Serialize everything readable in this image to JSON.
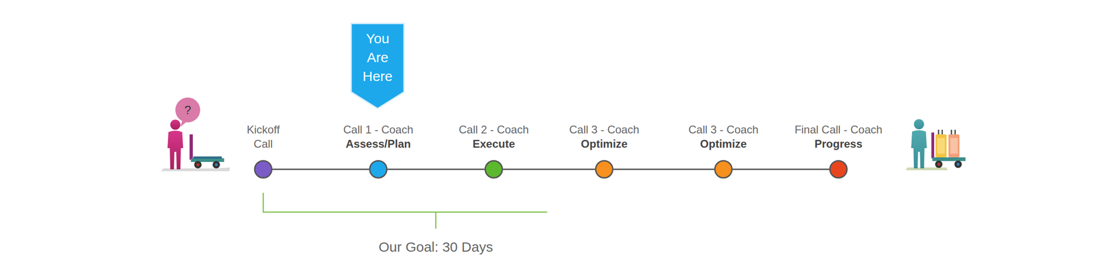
{
  "diagram": {
    "nodes": [
      {
        "text": [
          "You Are Here"
        ]
      },
      {
        "text": [
          "Kickoff Call"
        ]
      },
      {
        "text": [
          "Call 1 - Coach",
          "Assess/Plan"
        ]
      },
      {
        "text": [
          "Call 2 - Coach",
          "Execute"
        ]
      },
      {
        "text": [
          "Call 3 - Coach",
          "Optimize"
        ]
      },
      {
        "text": [
          "Call 3 - Coach",
          "Optimize"
        ]
      },
      {
        "text": [
          "Final Call - Coach",
          "Progress"
        ]
      }
    ],
    "edges": [
      {
        "from": 1,
        "to": 2,
        "arrow": "none"
      },
      {
        "from": 2,
        "to": 3,
        "arrow": "none"
      },
      {
        "from": 3,
        "to": 4,
        "arrow": "none"
      },
      {
        "from": 4,
        "to": 5,
        "arrow": "none"
      },
      {
        "from": 5,
        "to": 6,
        "arrow": "none"
      }
    ],
    "labels": [
      "?",
      "Our Goal: 30 Days"
    ]
  }
}
